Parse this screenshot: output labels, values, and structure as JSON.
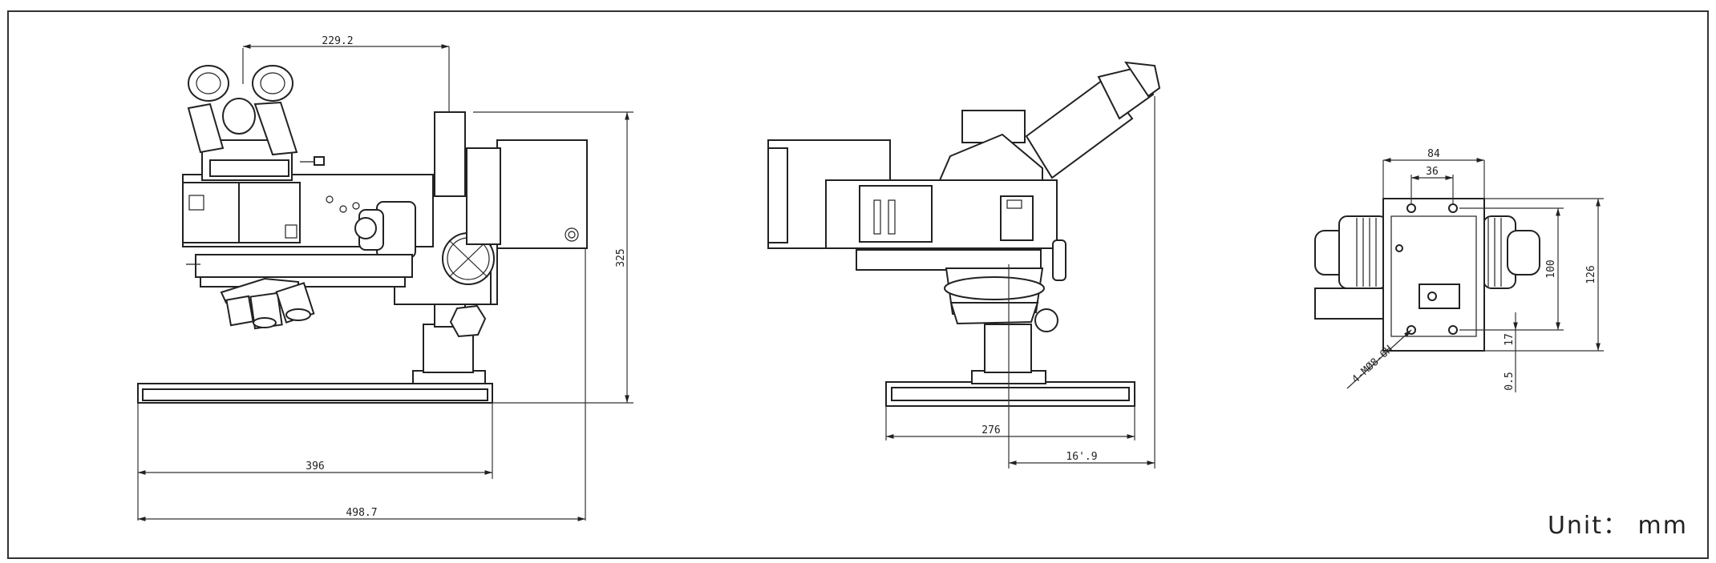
{
  "unit_label": "Unit： mm",
  "front_view": {
    "dim_top": "229.2",
    "dim_height": "325",
    "dim_base": "396",
    "dim_overall": "498.7"
  },
  "side_view": {
    "dim_base": "276",
    "dim_offset": "16'.9"
  },
  "top_view": {
    "dim_width": "84",
    "dim_inner": "36",
    "dim_height_inner": "100",
    "dim_height_outer": "126",
    "dim_edge": "17",
    "dim_small": "0.5",
    "hole_callout": "4-MØ8-6H"
  }
}
